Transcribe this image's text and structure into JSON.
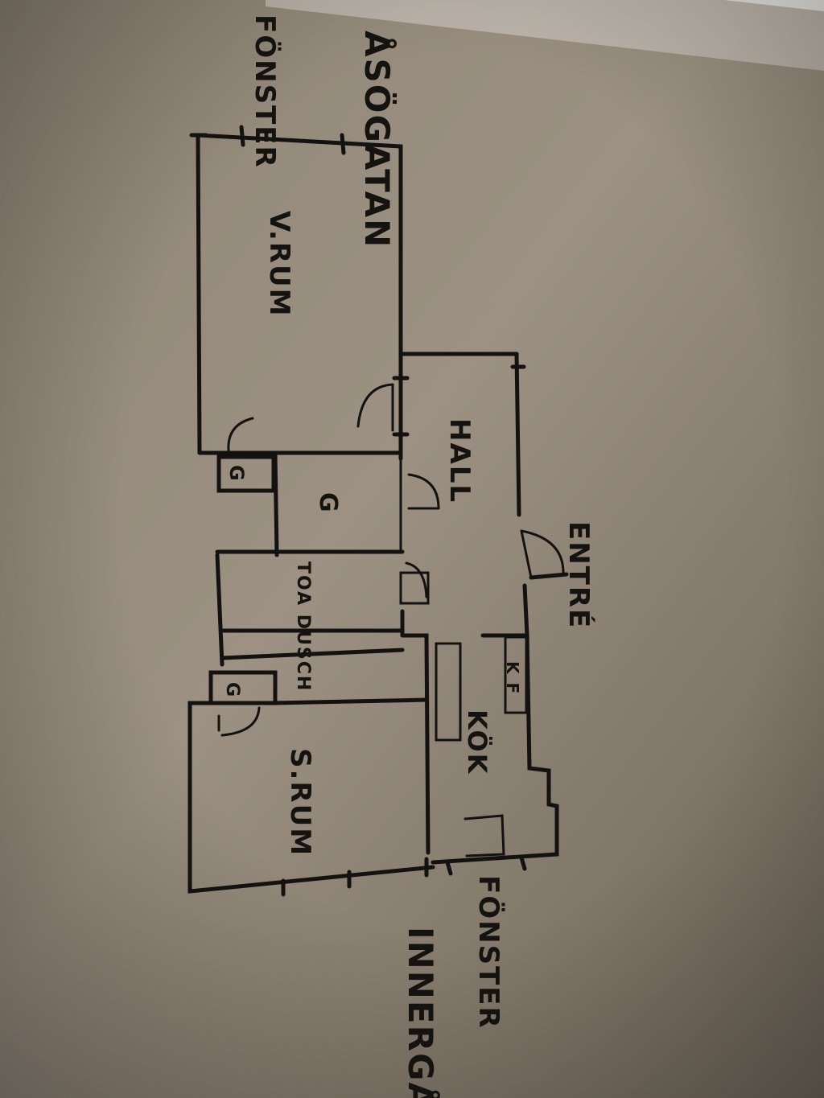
{
  "plan": {
    "street_label": "ÅSÖGATAN",
    "window_label_top": "FÖNSTER",
    "window_label_bottom": "FÖNSTER",
    "courtyard_label": "INNERGÅR",
    "entrance_label": "ENTRÉ",
    "rooms": {
      "living_room": "V.RUM",
      "hall": "HALL",
      "closet": "G",
      "small_closet": "G",
      "toilet_shower": "TOA DUSCH",
      "kitchen": "KÖK",
      "fridge_freezer": "K F",
      "bedroom": "S.RUM",
      "bedroom_closet": "G"
    }
  },
  "colors": {
    "ink": "#141210",
    "paper_light": "#9a8f80",
    "paper_dark": "#4a423a"
  }
}
